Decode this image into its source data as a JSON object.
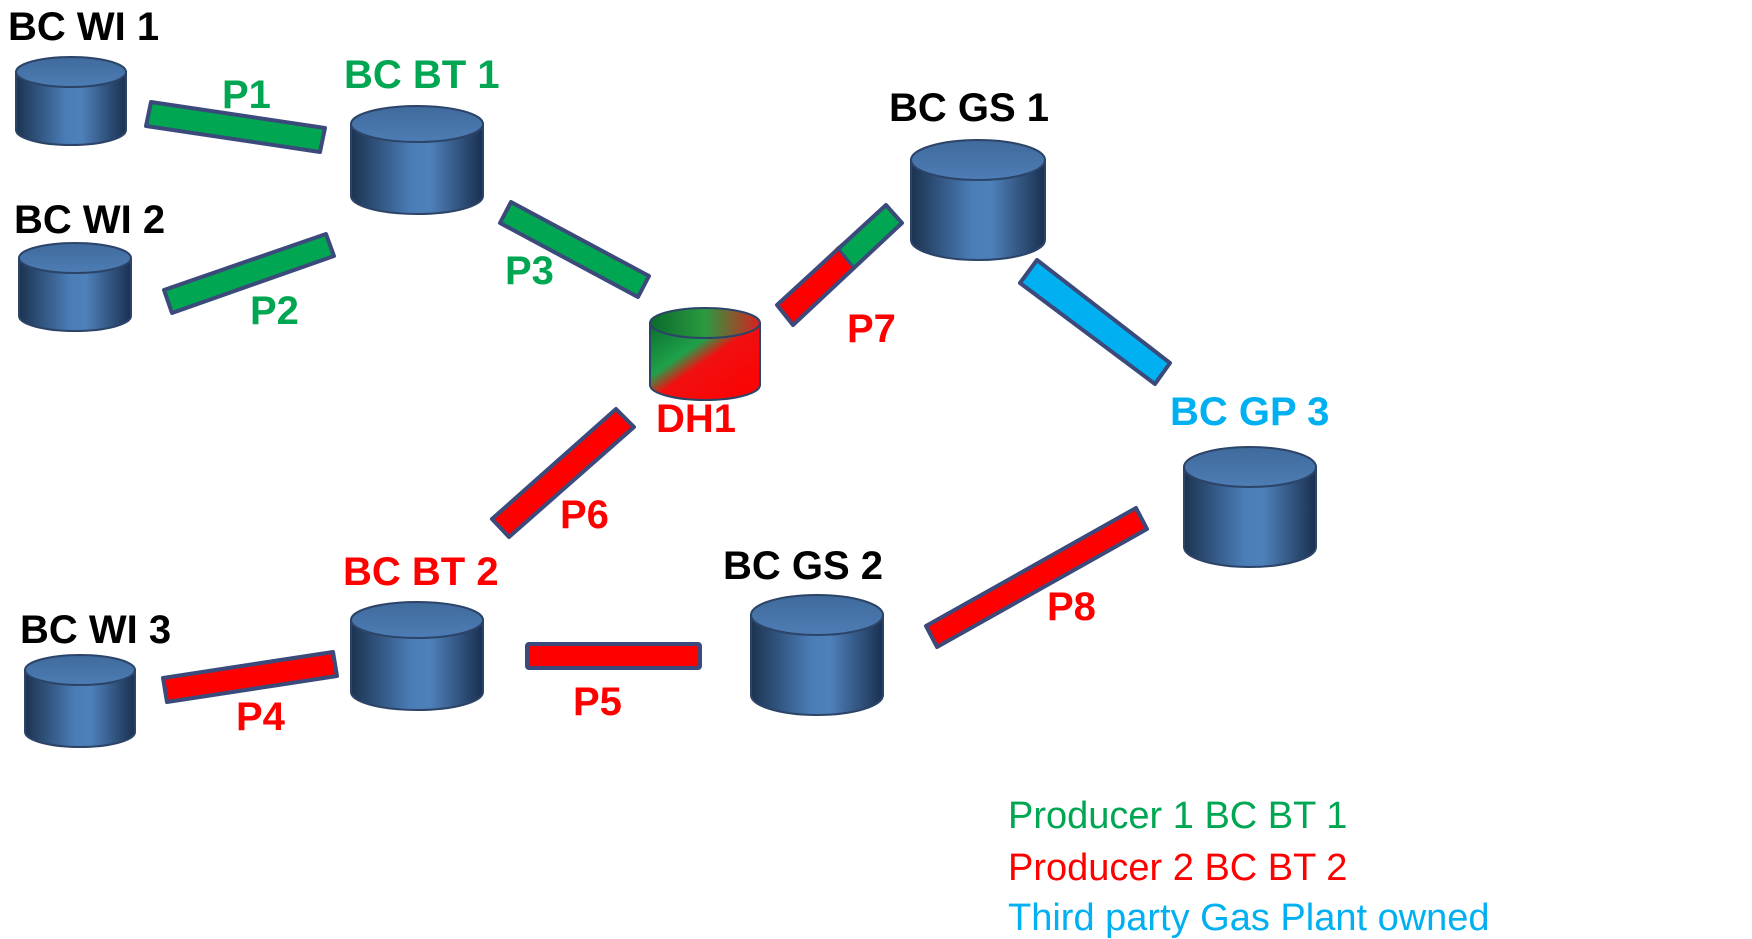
{
  "colors": {
    "producer1": "#00a651",
    "producer2": "#ff0000",
    "third_party": "#00b0f0",
    "neutral": "#000000",
    "pipe_outline": "#3b4a7a"
  },
  "nodes": [
    {
      "id": "bc-wi-1",
      "label": "BC WI 1",
      "owner": "neutral",
      "kind": "tank"
    },
    {
      "id": "bc-bt-1",
      "label": "BC BT 1",
      "owner": "producer1",
      "kind": "tank"
    },
    {
      "id": "bc-wi-2",
      "label": "BC WI 2",
      "owner": "neutral",
      "kind": "tank"
    },
    {
      "id": "bc-gs-1",
      "label": "BC GS 1",
      "owner": "neutral",
      "kind": "tank"
    },
    {
      "id": "dh1",
      "label": "DH1",
      "owner": "shared",
      "kind": "tank"
    },
    {
      "id": "bc-gp-3",
      "label": "BC GP 3",
      "owner": "third_party",
      "kind": "tank"
    },
    {
      "id": "bc-bt-2",
      "label": "BC BT 2",
      "owner": "producer2",
      "kind": "tank"
    },
    {
      "id": "bc-gs-2",
      "label": "BC GS 2",
      "owner": "neutral",
      "kind": "tank"
    },
    {
      "id": "bc-wi-3",
      "label": "BC WI 3",
      "owner": "neutral",
      "kind": "tank"
    }
  ],
  "pipes": [
    {
      "id": "p1",
      "label": "P1",
      "owner": "producer1",
      "from": "BC WI 1",
      "to": "BC BT 1"
    },
    {
      "id": "p2",
      "label": "P2",
      "owner": "producer1",
      "from": "BC WI 2",
      "to": "BC BT 1"
    },
    {
      "id": "p3",
      "label": "P3",
      "owner": "producer1",
      "from": "BC BT 1",
      "to": "DH1"
    },
    {
      "id": "p4",
      "label": "P4",
      "owner": "producer2",
      "from": "BC WI 3",
      "to": "BC BT 2"
    },
    {
      "id": "p5",
      "label": "P5",
      "owner": "producer2",
      "from": "BC BT 2",
      "to": "BC GS 2"
    },
    {
      "id": "p6",
      "label": "P6",
      "owner": "producer2",
      "from": "BC BT 2",
      "to": "DH1"
    },
    {
      "id": "p7",
      "label": "P7",
      "owner": "shared",
      "from": "DH1",
      "to": "BC GS 1"
    },
    {
      "id": "p8",
      "label": "P8",
      "owner": "producer2",
      "from": "BC GS 2",
      "to": "BC GP 3"
    },
    {
      "id": "gs1-gp3",
      "label": "",
      "owner": "third_party",
      "from": "BC GS 1",
      "to": "BC GP 3"
    }
  ],
  "legend": [
    {
      "text": "Producer 1 BC BT 1",
      "owner": "producer1"
    },
    {
      "text": "Producer 2 BC BT 2",
      "owner": "producer2"
    },
    {
      "text": "Third party Gas Plant owned",
      "owner": "third_party"
    }
  ]
}
